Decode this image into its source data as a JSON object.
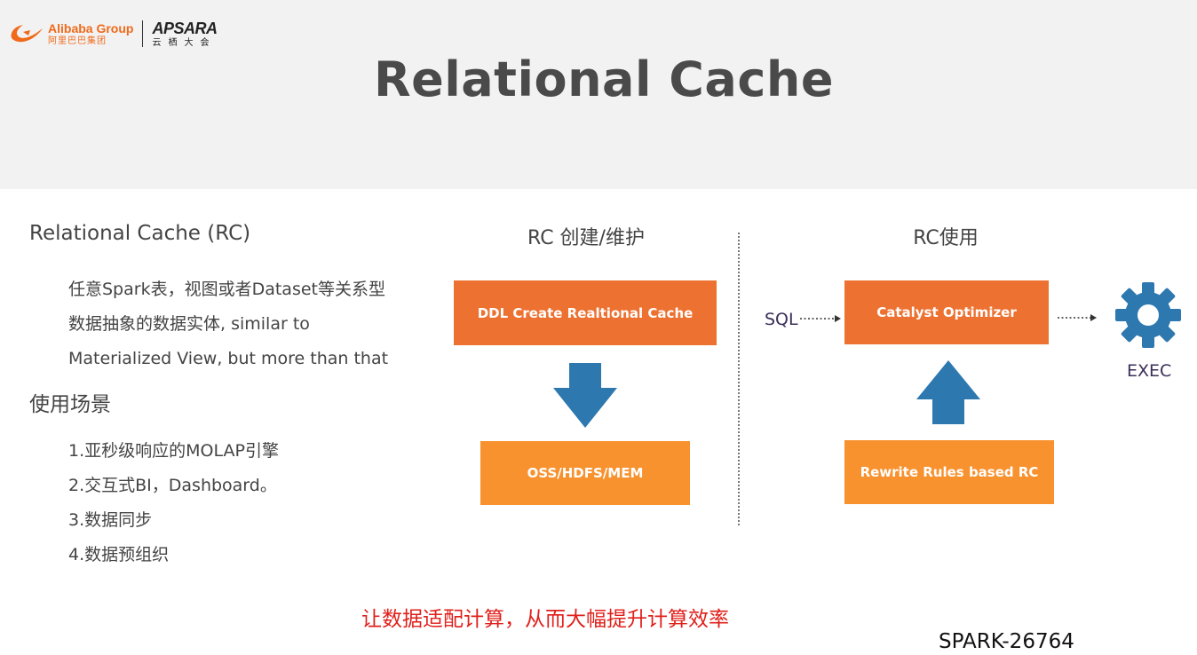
{
  "header": {
    "logo_alibaba_en": "Alibaba Group",
    "logo_alibaba_cn": "阿里巴巴集团",
    "logo_apsara_en": "APSARA",
    "logo_apsara_cn": "云栖大会",
    "title": "Relational Cache"
  },
  "left": {
    "heading": "Relational Cache (RC)",
    "description_lines": [
      "任意Spark表，视图或者Dataset等关系型",
      "数据抽象的数据实体, similar to",
      "Materialized View, but more than that"
    ],
    "usage_heading": "使用场景",
    "usage_items": [
      "1.亚秒级响应的MOLAP引擎",
      "2.交互式BI，Dashboard。",
      "3.数据同步",
      "4.数据预组织"
    ]
  },
  "create_section": {
    "heading": "RC 创建/维护",
    "box_top": "DDL Create Realtional Cache",
    "box_bottom": "OSS/HDFS/MEM"
  },
  "use_section": {
    "heading": "RC使用",
    "input_label": "SQL",
    "box_top": "Catalyst Optimizer",
    "box_bottom": "Rewrite Rules based RC",
    "output_label": "EXEC",
    "gear_icon": "gear-icon"
  },
  "footer": {
    "note": "让数据适配计算，从而大幅提升计算效率",
    "spark_id": "SPARK-26764"
  },
  "colors": {
    "box_dark": "#ed7131",
    "box_light": "#f7922f",
    "arrow_blue": "#2e78b0",
    "gear_blue": "#2e78b0",
    "note_red": "#e0201b"
  }
}
